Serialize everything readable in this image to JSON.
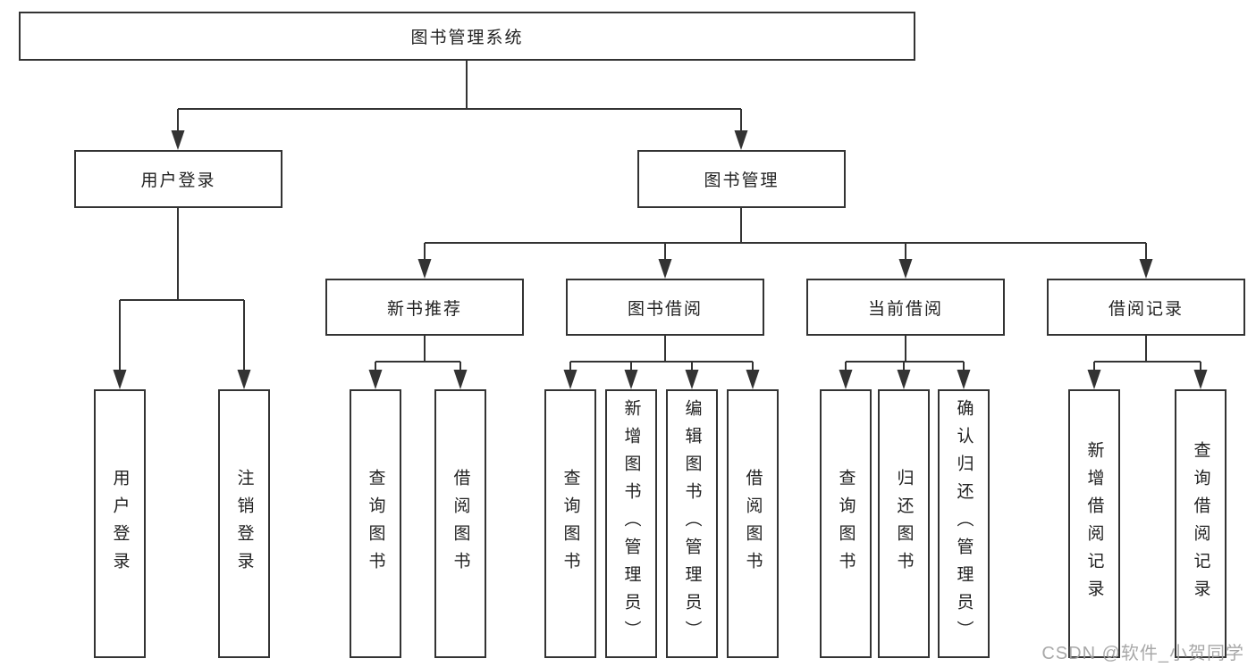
{
  "diagram": {
    "root": {
      "label": "图书管理系统"
    },
    "level2": {
      "user_login": {
        "label": "用户登录"
      },
      "book_mgmt": {
        "label": "图书管理"
      }
    },
    "level3": {
      "new_book": {
        "label": "新书推荐"
      },
      "book_borrow": {
        "label": "图书借阅"
      },
      "current_borrow": {
        "label": "当前借阅"
      },
      "borrow_records": {
        "label": "借阅记录"
      }
    },
    "leaves": {
      "user_login_login": {
        "label": "用户登录"
      },
      "user_login_logout": {
        "label": "注销登录"
      },
      "new_book_query": {
        "label": "查询图书"
      },
      "new_book_borrow": {
        "label": "借阅图书"
      },
      "book_borrow_query": {
        "label": "查询图书"
      },
      "book_borrow_add": {
        "label": "新增图书（管理员）"
      },
      "book_borrow_edit": {
        "label": "编辑图书（管理员）"
      },
      "book_borrow_lend": {
        "label": "借阅图书"
      },
      "current_query": {
        "label": "查询图书"
      },
      "current_return": {
        "label": "归还图书"
      },
      "current_confirm": {
        "label": "确认归还（管理员）"
      },
      "records_add": {
        "label": "新增借阅记录"
      },
      "records_query": {
        "label": "查询借阅记录"
      }
    },
    "colors": {
      "line": "#333333",
      "text": "#222222",
      "box_background": "#ffffff",
      "watermark": "#9e9e9e"
    },
    "watermark": "CSDN @软件_小贺同学"
  }
}
